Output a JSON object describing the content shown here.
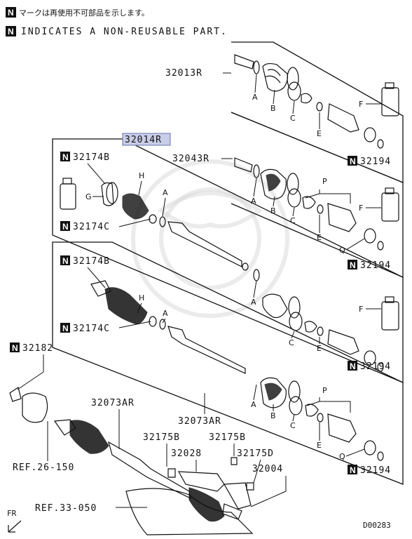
{
  "header": {
    "line_jp": "マークは再使用不可部品を示します。",
    "line_en": "INDICATES A NON-REUSABLE PART.",
    "n_mark": "N"
  },
  "callouts": {
    "p32013R": "32013R",
    "p32014R": "32014R",
    "p32043R": "32043R",
    "p32174B_a": "32174B",
    "p32174C_a": "32174C",
    "p32174B_b": "32174B",
    "p32174C_b": "32174C",
    "p32182": "32182",
    "p32073AR_a": "32073AR",
    "p32073AR_b": "32073AR",
    "p32175B_a": "32175B",
    "p32175B_b": "32175B",
    "p32175D": "32175D",
    "p32028": "32028",
    "p32004": "32004",
    "p32194_1": "32194",
    "p32194_2": "32194",
    "p32194_3": "32194",
    "p32194_4": "32194",
    "ref26": "REF.26-150",
    "ref33": "REF.33-050",
    "fr": "FR",
    "code": "D00283"
  },
  "letters": {
    "A": "A",
    "B": "B",
    "C": "C",
    "E": "E",
    "F": "F",
    "G": "G",
    "H": "H",
    "P": "P",
    "Q": "Q"
  },
  "colors": {
    "highlight": "#c8cde8",
    "line": "#111111"
  }
}
